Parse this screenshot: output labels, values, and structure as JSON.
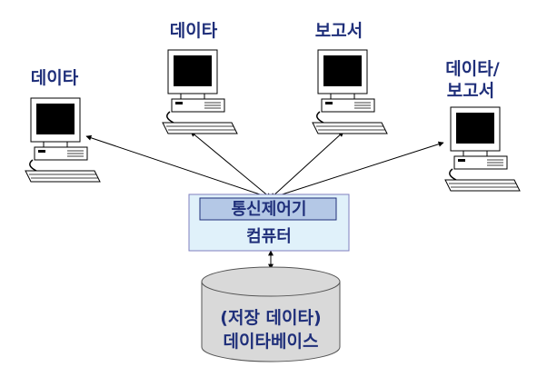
{
  "terminals": [
    {
      "label_lines": [
        "데이타"
      ]
    },
    {
      "label_lines": [
        "데이타"
      ]
    },
    {
      "label_lines": [
        "보고서"
      ]
    },
    {
      "label_lines": [
        "데이타/",
        "보고서"
      ]
    }
  ],
  "controller": {
    "top_label": "통신제어기",
    "bottom_label": "컴퓨터"
  },
  "database": {
    "line1": "(저장 데이타)",
    "line2": "데이타베이스"
  },
  "colors": {
    "text": "#1f2f7a",
    "box_fill": "#e0f1fa",
    "inner_box_fill": "#b4c8e6",
    "box_border": "#7f7fbf",
    "cylinder_fill": "#d9d9d9",
    "computer_screen": "#000000"
  }
}
